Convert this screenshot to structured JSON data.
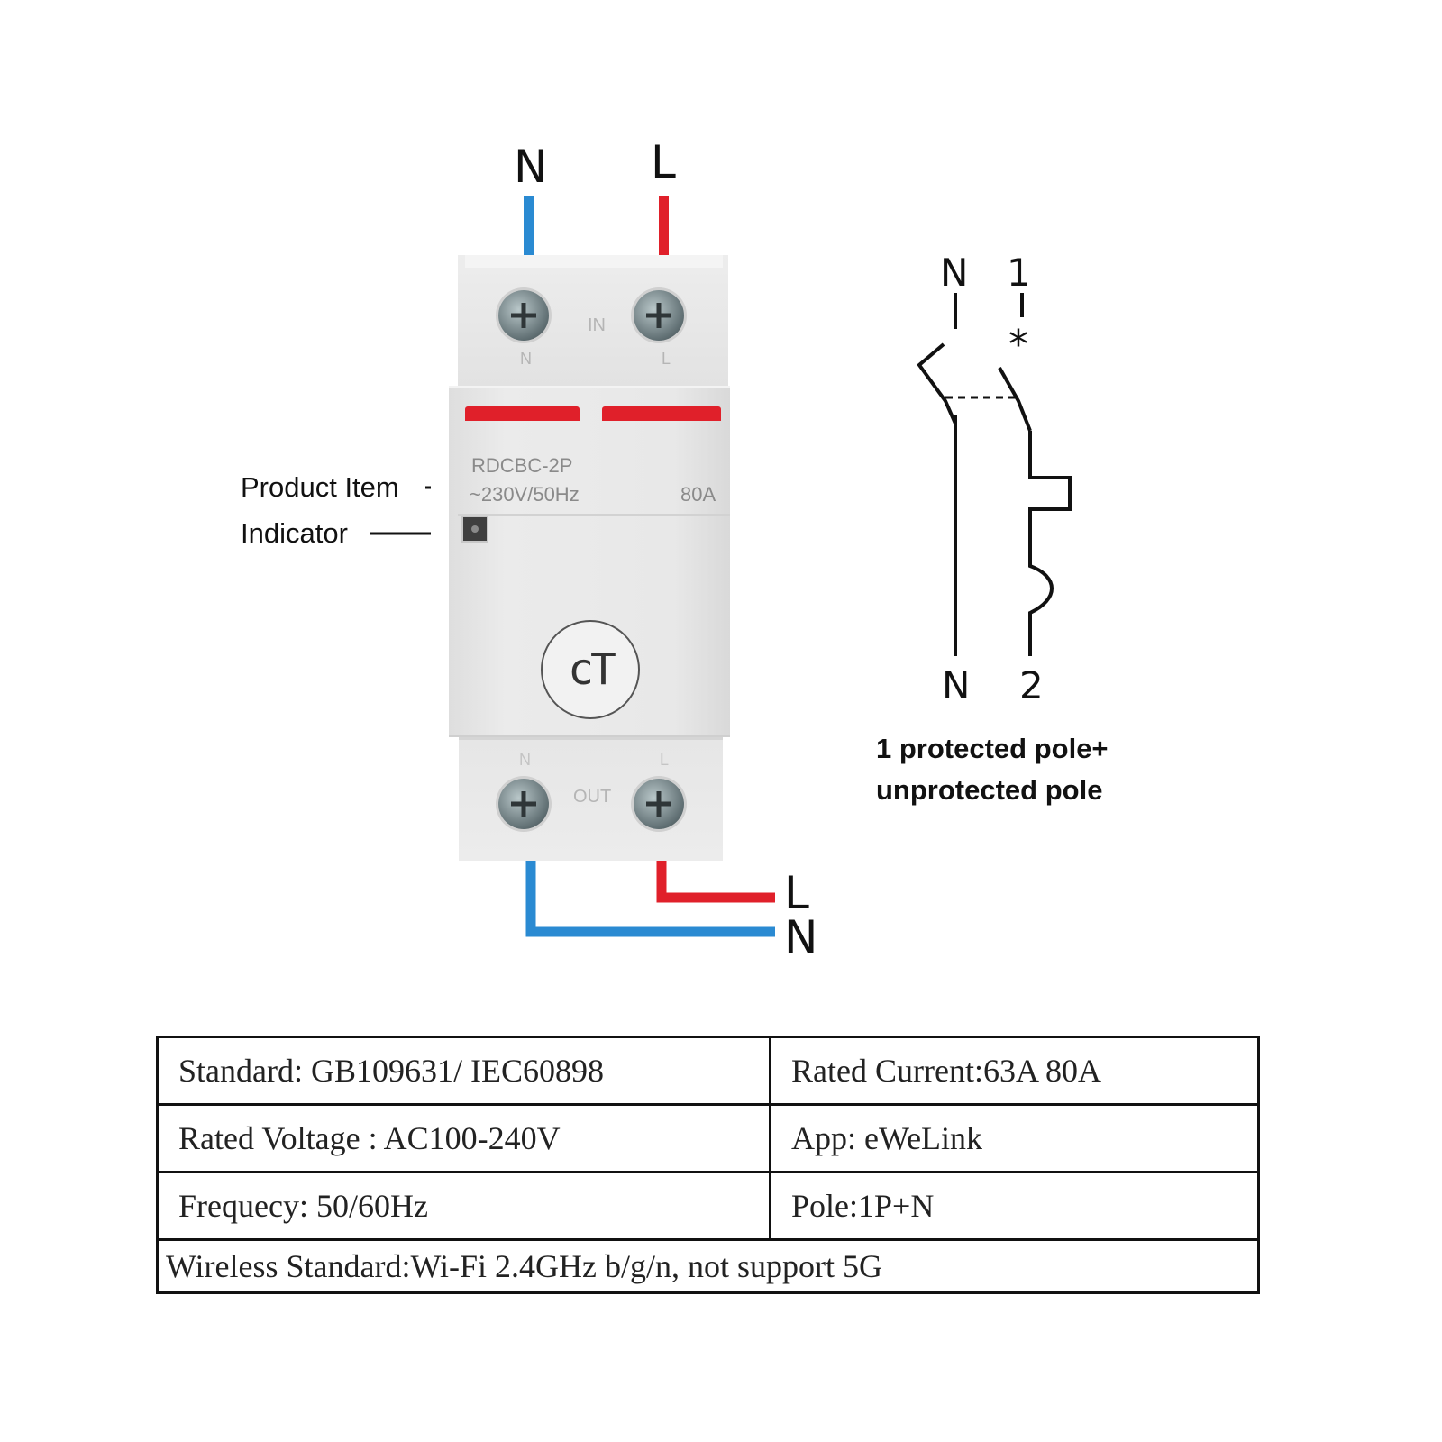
{
  "input_wires": {
    "neutral_label": "N",
    "live_label": "L",
    "neutral_color": "#2a8ad2",
    "live_color": "#e0202a"
  },
  "output_wires": {
    "live_label": "L",
    "neutral_label": "N"
  },
  "device": {
    "in_label": "IN",
    "in_n": "N",
    "in_l": "L",
    "model": "RDCBC-2P",
    "voltage": "~230V/50Hz",
    "current": "80A",
    "logo": "cT",
    "out_label": "OUT",
    "out_n": "N",
    "out_l": "L",
    "stripe_color": "#e0202a",
    "body_color": "#e6e6e6"
  },
  "callouts": {
    "product_item": "Product Item",
    "indicator": "Indicator"
  },
  "schematic": {
    "top_left": "N",
    "top_right": "1",
    "bottom_left": "N",
    "bottom_right": "2",
    "caption_line1": "1 protected pole+",
    "caption_line2": "unprotected pole"
  },
  "specs": {
    "standard": "Standard: GB109631/ IEC60898",
    "rated_current": "Rated Current:63A 80A",
    "rated_voltage": "Rated Voltage : AC100-240V",
    "app": "App: eWeLink",
    "frequency": "Frequecy: 50/60Hz",
    "pole": "Pole:1P+N",
    "wireless": "Wireless Standard:Wi-Fi 2.4GHz b/g/n, not support 5G"
  }
}
